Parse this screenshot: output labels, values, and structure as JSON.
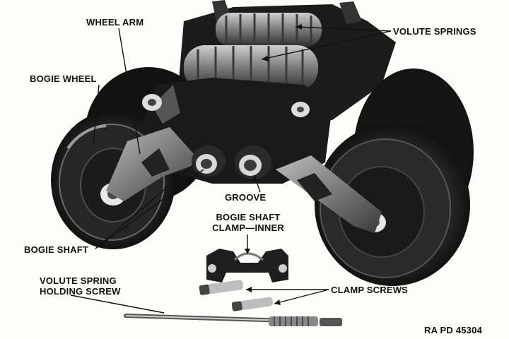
{
  "labels": {
    "wheel_arm": "WHEEL ARM",
    "volute_springs": "VOLUTE SPRINGS",
    "bogie_wheel": "BOGIE WHEEL",
    "groove": "GROOVE",
    "bogie_shaft_clamp_line1": "BOGIE SHAFT",
    "bogie_shaft_clamp_line2": "CLAMP—INNER",
    "bogie_shaft": "BOGIE SHAFT",
    "volute_spring_holding_screw_line1": "VOLUTE SPRING",
    "volute_spring_holding_screw_line2": "HOLDING SCREW",
    "clamp_screws": "CLAMP SCREWS"
  },
  "figure_ref": "RA PD 45304"
}
